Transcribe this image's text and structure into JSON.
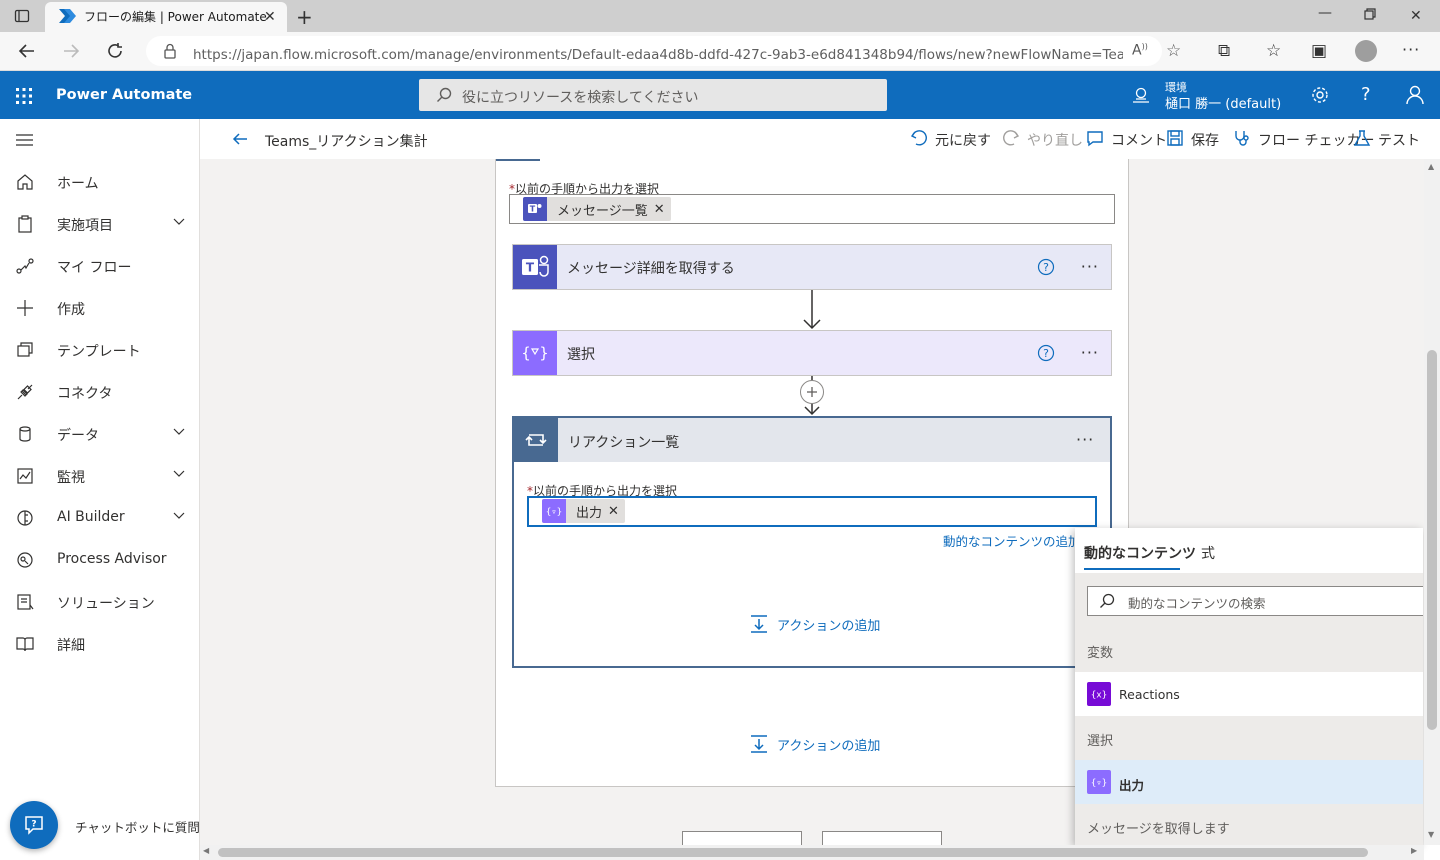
{
  "browser": {
    "tab_title": "フローの編集 | Power Automate",
    "url": "https://japan.flow.microsoft.com/manage/environments/Default-edaa4d8b-ddfd-427c-9ab3-e6d841348b94/flows/new?newFlowName=Teams_リアク..."
  },
  "header": {
    "brand": "Power Automate",
    "search_placeholder": "役に立つリソースを検索してください",
    "env_label": "環境",
    "env_name": "樋口 勝一 (default)",
    "accent": "#0f6cbd"
  },
  "sidebar": {
    "items": [
      {
        "label": "ホーム",
        "icon": "home-icon"
      },
      {
        "label": "実施項目",
        "icon": "clipboard-icon",
        "expandable": true
      },
      {
        "label": "マイ フロー",
        "icon": "flow-icon"
      },
      {
        "label": "作成",
        "icon": "plus-icon"
      },
      {
        "label": "テンプレート",
        "icon": "template-icon"
      },
      {
        "label": "コネクタ",
        "icon": "connector-icon"
      },
      {
        "label": "データ",
        "icon": "database-icon",
        "expandable": true
      },
      {
        "label": "監視",
        "icon": "monitor-icon",
        "expandable": true
      },
      {
        "label": "AI Builder",
        "icon": "brain-icon",
        "expandable": true
      },
      {
        "label": "Process Advisor",
        "icon": "process-icon"
      },
      {
        "label": "ソリューション",
        "icon": "solution-icon"
      },
      {
        "label": "詳細",
        "icon": "book-icon"
      }
    ],
    "chatbot_label": "チャットボットに質問"
  },
  "toolbar": {
    "flow_name": "Teams_リアクション集計",
    "undo": "元に戻す",
    "redo": "やり直し",
    "comment": "コメント",
    "save": "保存",
    "checker": "フロー チェッカー",
    "test": "テスト"
  },
  "flow": {
    "top_field_label": "以前の手順から出力を選択",
    "top_token": "メッセージ一覧",
    "card_get_details": "メッセージ詳細を取得する",
    "card_select": "選択",
    "loop_title": "リアクション一覧",
    "loop_field_label": "以前の手順から出力を選択",
    "loop_token": "出力",
    "dynamic_link": "動的なコンテンツの追加",
    "add_action": "アクションの追加",
    "add_action_outer": "アクションの追加",
    "teams_color": "#4b53bc",
    "data_op_color": "#8c6cff",
    "loop_color": "#486991"
  },
  "flyout": {
    "tab_dynamic": "動的なコンテンツ",
    "tab_expression": "式",
    "search_placeholder": "動的なコンテンツの検索",
    "section_variables": "変数",
    "item_reactions": "Reactions",
    "section_select": "選択",
    "item_output": "出力",
    "section_messages": "メッセージを取得します",
    "variable_color": "#770bd6"
  }
}
